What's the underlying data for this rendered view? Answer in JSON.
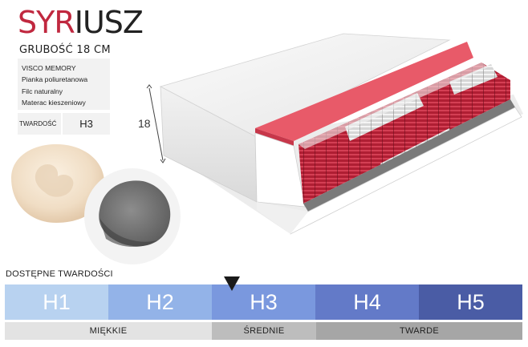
{
  "product": {
    "name_part1": "SYR",
    "name_part2": "IUSZ",
    "thickness": "GRUBOŚĆ  18 CM",
    "layers": [
      "VISCO MEMORY",
      "Pianka poliuretanowa",
      "Filc naturalny",
      "Materac kieszeniowy"
    ],
    "hardness_label": "TWARDOŚĆ",
    "hardness_value": "H3",
    "height_dimension": "18"
  },
  "scale": {
    "title": "DOSTĘPNE TWARDOŚCI",
    "levels": [
      "H1",
      "H2",
      "H3",
      "H4",
      "H5"
    ],
    "selected": "H3",
    "groups": [
      "MIĘKKIE",
      "ŚREDNIE",
      "TWARDE"
    ]
  },
  "colors": {
    "brand_red": "#c0283f",
    "h1": "#b8d2f0",
    "h2": "#93b3e8",
    "h3": "#7a98de",
    "h4": "#637ac8",
    "h5": "#4a5ca5"
  },
  "icons": {
    "marker": "triangle-down-icon"
  }
}
